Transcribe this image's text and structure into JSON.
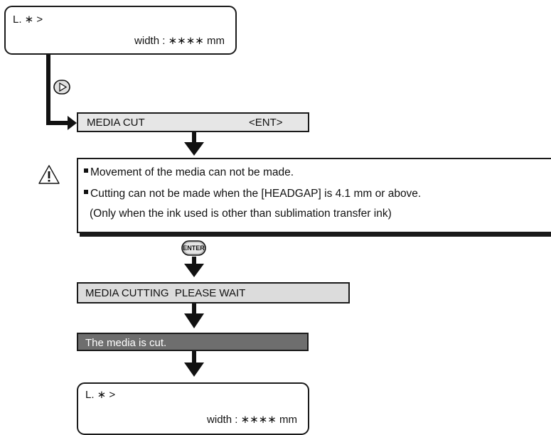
{
  "top_display": {
    "line1": "L. ∗ >",
    "line2": "width : ∗∗∗∗ mm"
  },
  "media_cut": {
    "label": "MEDIA CUT",
    "key": "<ENT>"
  },
  "warning": {
    "item1": "Movement of the media can not be made.",
    "item2": "Cutting can not be made when the [HEADGAP] is 4.1 mm or above.",
    "item3": "(Only when the ink used is other than sublimation transfer ink)"
  },
  "enter_key": {
    "label": "ENTER"
  },
  "cutting_display": {
    "text": "MEDIA CUTTING  PLEASE WAIT"
  },
  "cut_done_display": {
    "text": "The media is cut."
  },
  "bottom_display": {
    "line1": "L. ∗ >",
    "line2": "width : ∗∗∗∗ mm"
  },
  "colors": {
    "dark_box": "#6e6e6e",
    "light_box": "#dcdcdc",
    "line": "#1a1a1a"
  },
  "icons": [
    "right-arrow-key-icon",
    "warning-triangle-icon",
    "enter-key-icon"
  ]
}
